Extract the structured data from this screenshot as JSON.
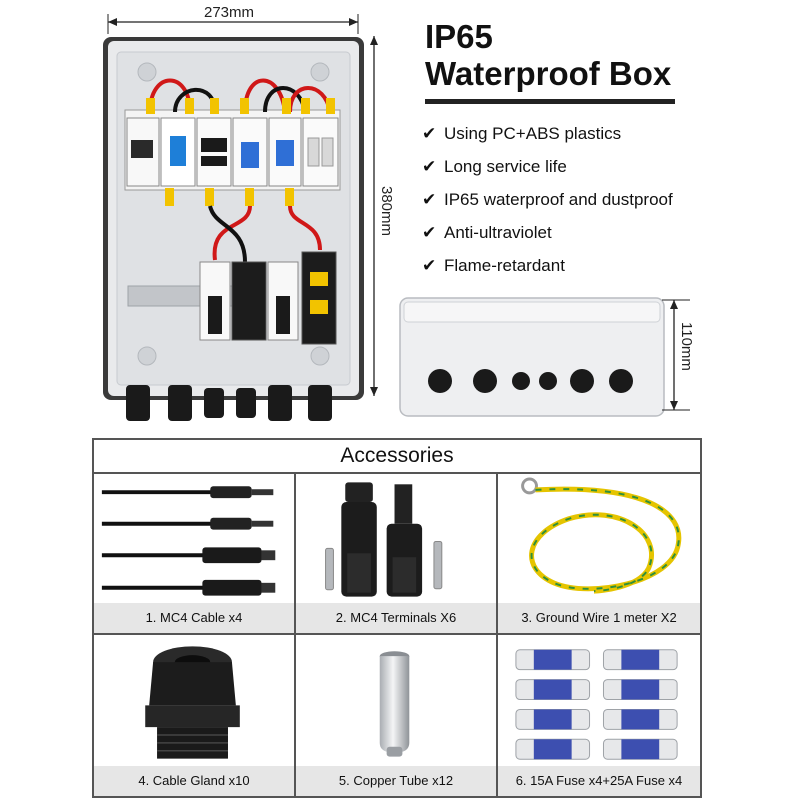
{
  "dimensions": {
    "width": "273mm",
    "height": "380mm",
    "depth": "110mm"
  },
  "title": {
    "line1": "IP65",
    "line2": "Waterproof Box"
  },
  "features": [
    "Using PC+ABS plastics",
    "Long service life",
    "IP65 waterproof and dustproof",
    "Anti-ultraviolet",
    "Flame-retardant"
  ],
  "check_glyph": "✔",
  "accessories": {
    "heading": "Accessories",
    "items": [
      {
        "caption": "1. MC4 Cable x4",
        "icon": "mc4-cable-icon"
      },
      {
        "caption": "2.  MC4 Terminals X6",
        "icon": "mc4-terminal-icon"
      },
      {
        "caption": "3. Ground Wire 1 meter X2",
        "icon": "ground-wire-icon"
      },
      {
        "caption": "4. Cable Gland x10",
        "icon": "cable-gland-icon"
      },
      {
        "caption": "5. Copper Tube x12",
        "icon": "copper-tube-icon"
      },
      {
        "caption": "6. 15A Fuse x4+25A Fuse x4",
        "icon": "fuse-icon"
      }
    ]
  },
  "colors": {
    "box_body": "#e9eaec",
    "wire_red": "#d01818",
    "wire_yellow": "#f2c300",
    "fuse_blue": "#3d4fb0",
    "caption_bg": "#e6e6e6"
  }
}
